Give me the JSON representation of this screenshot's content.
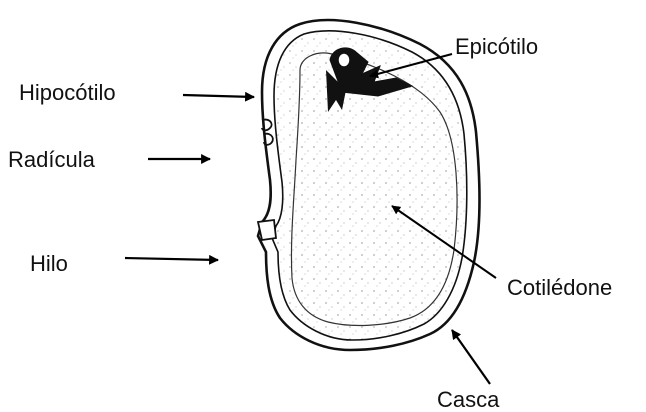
{
  "labels": {
    "epicotilo": "Epicótilo",
    "hipocotilo": "Hipocótilo",
    "radicula": "Radícula",
    "hilo": "Hilo",
    "cotiledone": "Cotilédone",
    "casca": "Casca"
  }
}
